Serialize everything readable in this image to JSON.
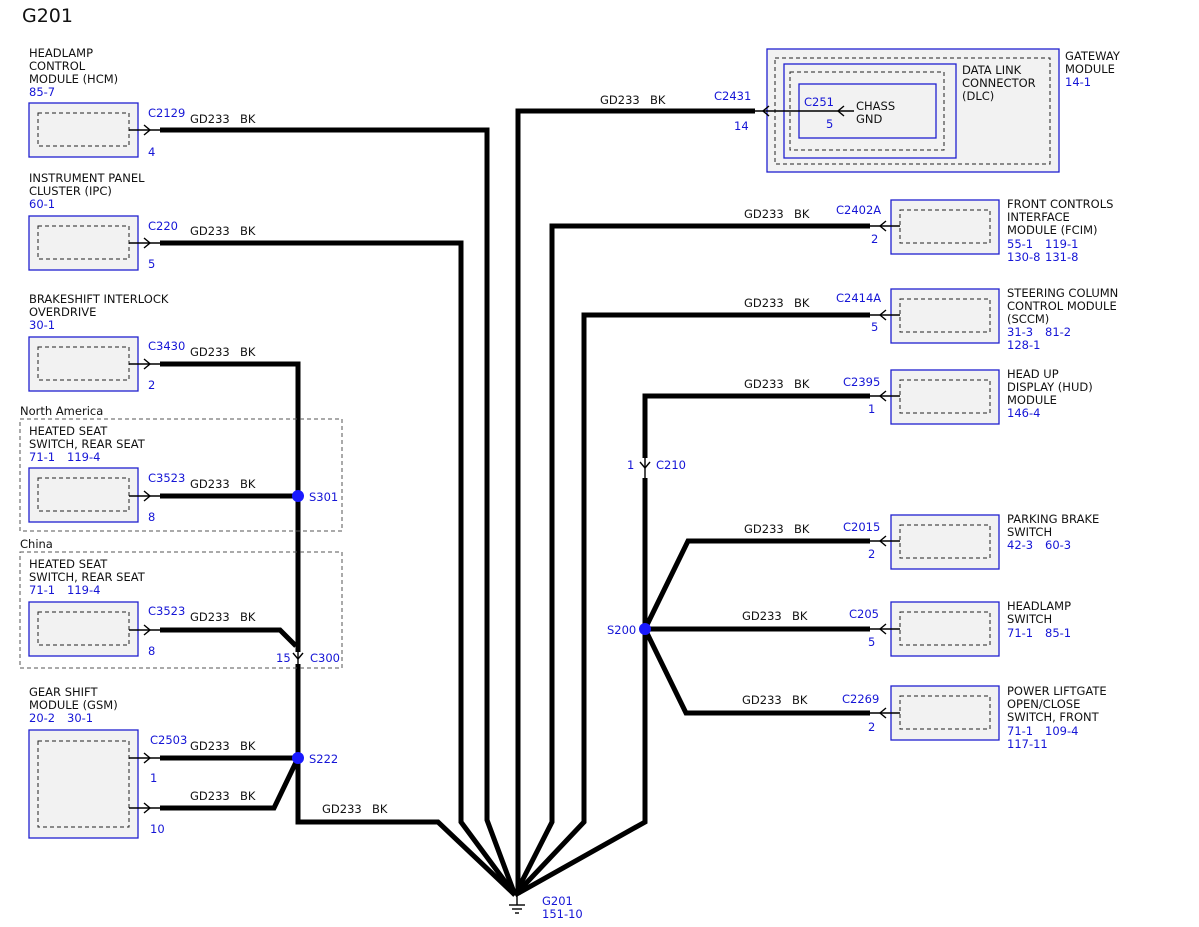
{
  "title": "G201",
  "wire": {
    "circuit": "GD233",
    "color": "BK"
  },
  "groups": {
    "north_america": "North America",
    "china": "China"
  },
  "left_modules": [
    {
      "id": "hcm",
      "name_lines": [
        "HEADLAMP",
        "CONTROL",
        "MODULE (HCM)"
      ],
      "refs": [
        "85-7"
      ],
      "connector": "C2129",
      "pin": "4"
    },
    {
      "id": "ipc",
      "name_lines": [
        "INSTRUMENT PANEL",
        "CLUSTER (IPC)"
      ],
      "refs": [
        "60-1"
      ],
      "connector": "C220",
      "pin": "5"
    },
    {
      "id": "bsio",
      "name_lines": [
        "BRAKESHIFT INTERLOCK",
        "OVERDRIVE"
      ],
      "refs": [
        "30-1"
      ],
      "connector": "C3430",
      "pin": "2"
    },
    {
      "id": "hs_na",
      "name_lines": [
        "HEATED SEAT",
        "SWITCH, REAR SEAT"
      ],
      "refs": [
        "71-1",
        "119-4"
      ],
      "connector": "C3523",
      "pin": "8"
    },
    {
      "id": "hs_cn",
      "name_lines": [
        "HEATED SEAT",
        "SWITCH, REAR SEAT"
      ],
      "refs": [
        "71-1",
        "119-4"
      ],
      "connector": "C3523",
      "pin": "8"
    },
    {
      "id": "gsm",
      "name_lines": [
        "GEAR SHIFT",
        "MODULE (GSM)"
      ],
      "refs": [
        "20-2",
        "30-1"
      ],
      "connector": "C2503",
      "pins": [
        "1",
        "10"
      ]
    }
  ],
  "gateway": {
    "name_lines": [
      "GATEWAY",
      "MODULE"
    ],
    "refs": [
      "14-1"
    ],
    "dlc_lines": [
      "DATA LINK",
      "CONNECTOR",
      "(DLC)"
    ],
    "inner_connector": "C251",
    "inner_pin": "5",
    "chassis_lines": [
      "CHASS",
      "GND"
    ],
    "connector": "C2431",
    "pin": "14"
  },
  "right_modules": [
    {
      "id": "fcim",
      "name_lines": [
        "FRONT CONTROLS",
        "INTERFACE",
        "MODULE (FCIM)"
      ],
      "ref_lines": [
        [
          "55-1",
          "119-1"
        ],
        [
          "130-8",
          "131-8"
        ]
      ],
      "connector": "C2402A",
      "pin": "2"
    },
    {
      "id": "sccm",
      "name_lines": [
        "STEERING COLUMN",
        "CONTROL MODULE",
        "(SCCM)"
      ],
      "ref_lines": [
        [
          "31-3",
          "81-2"
        ],
        [
          "128-1"
        ]
      ],
      "connector": "C2414A",
      "pin": "5"
    },
    {
      "id": "hud",
      "name_lines": [
        "HEAD UP",
        "DISPLAY (HUD)",
        "MODULE"
      ],
      "ref_lines": [
        [
          "146-4"
        ]
      ],
      "connector": "C2395",
      "pin": "1"
    },
    {
      "id": "pbs",
      "name_lines": [
        "PARKING BRAKE",
        "SWITCH"
      ],
      "ref_lines": [
        [
          "42-3",
          "60-3"
        ]
      ],
      "connector": "C2015",
      "pin": "2"
    },
    {
      "id": "hls",
      "name_lines": [
        "HEADLAMP",
        "SWITCH"
      ],
      "ref_lines": [
        [
          "71-1",
          "85-1"
        ]
      ],
      "connector": "C205",
      "pin": "5"
    },
    {
      "id": "plg",
      "name_lines": [
        "POWER LIFTGATE",
        "OPEN/CLOSE",
        "SWITCH, FRONT"
      ],
      "ref_lines": [
        [
          "71-1",
          "109-4"
        ],
        [
          "117-11"
        ]
      ],
      "connector": "C2269",
      "pin": "2"
    }
  ],
  "splices": {
    "s301": "S301",
    "s222": "S222",
    "s200": "S200"
  },
  "inline_connectors": {
    "c300": {
      "name": "C300",
      "pin": "15"
    },
    "c210": {
      "name": "C210",
      "pin": "1"
    }
  },
  "ground": {
    "name": "G201",
    "ref": "151-10"
  }
}
